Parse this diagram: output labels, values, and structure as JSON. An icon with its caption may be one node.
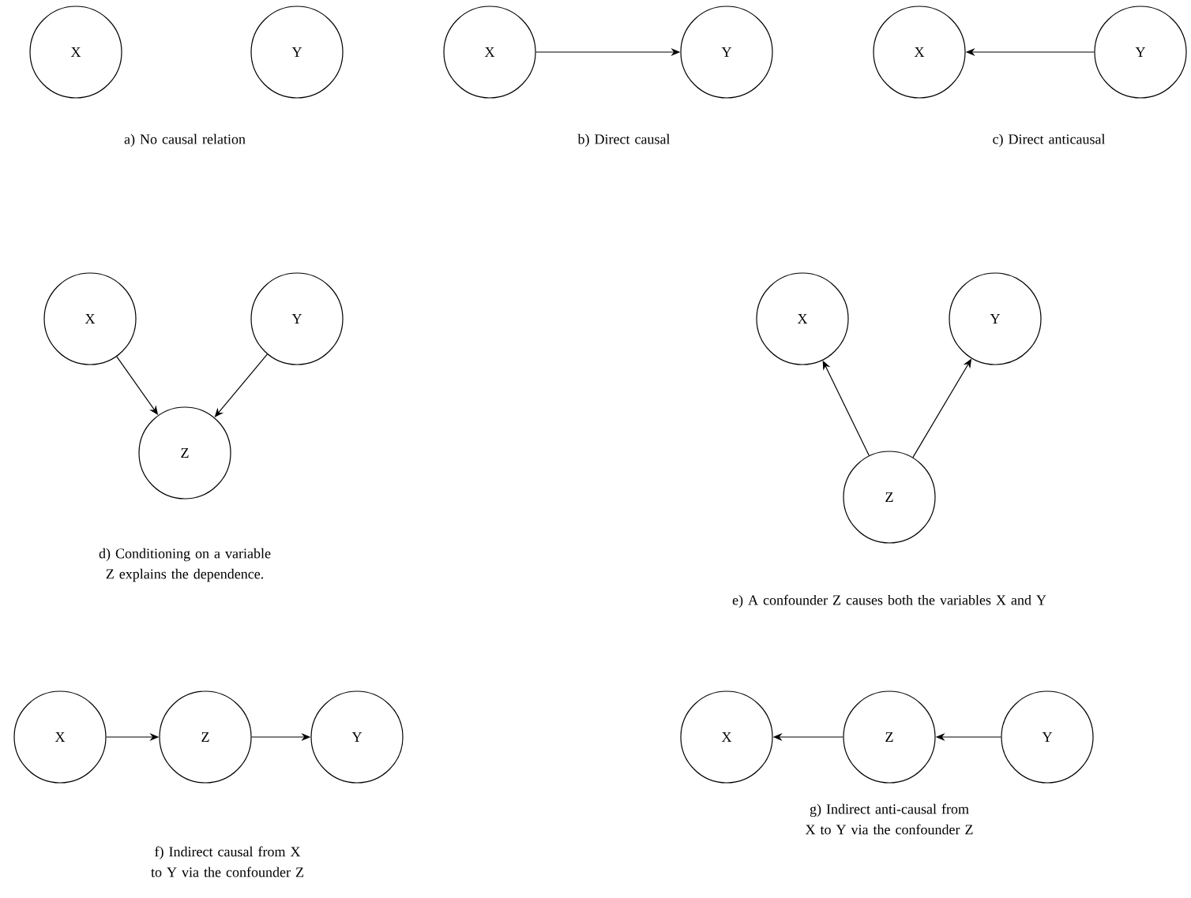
{
  "diagram": {
    "nodes": [
      {
        "text": [
          "X"
        ]
      },
      {
        "text": [
          "Y"
        ]
      },
      {
        "text": [
          "X"
        ]
      },
      {
        "text": [
          "Y"
        ]
      },
      {
        "text": [
          "X"
        ]
      },
      {
        "text": [
          "Y"
        ]
      },
      {
        "text": [
          "X"
        ]
      },
      {
        "text": [
          "Y"
        ]
      },
      {
        "text": [
          "Z"
        ]
      },
      {
        "text": [
          "X"
        ]
      },
      {
        "text": [
          "Y"
        ]
      },
      {
        "text": [
          "Z"
        ]
      },
      {
        "text": [
          "X"
        ]
      },
      {
        "text": [
          "Z"
        ]
      },
      {
        "text": [
          "Y"
        ]
      },
      {
        "text": [
          "X"
        ]
      },
      {
        "text": [
          "Z"
        ]
      },
      {
        "text": [
          "Y"
        ]
      }
    ],
    "edges": [
      {
        "from": 2,
        "to": 3,
        "arrow": "to"
      },
      {
        "from": 5,
        "to": 4,
        "arrow": "to"
      },
      {
        "from": 6,
        "to": 8,
        "arrow": "to"
      },
      {
        "from": 7,
        "to": 8,
        "arrow": "to"
      },
      {
        "from": 11,
        "to": 9,
        "arrow": "to"
      },
      {
        "from": 11,
        "to": 10,
        "arrow": "to"
      },
      {
        "from": 12,
        "to": 13,
        "arrow": "to"
      },
      {
        "from": 13,
        "to": 14,
        "arrow": "to"
      },
      {
        "from": 16,
        "to": 15,
        "arrow": "to"
      },
      {
        "from": 17,
        "to": 16,
        "arrow": "to"
      }
    ],
    "labels": [
      "a) No causal relation",
      "b) Direct causal",
      "c) Direct anticausal",
      "d) Conditioning on a variable Z explains the dependence.",
      "e) A confounder Z causes both the variables X and Y",
      "f) Indirect causal from X to Y via the confounder Z",
      "g) Indirect anti-causal from X to Y via the confounder Z"
    ]
  }
}
